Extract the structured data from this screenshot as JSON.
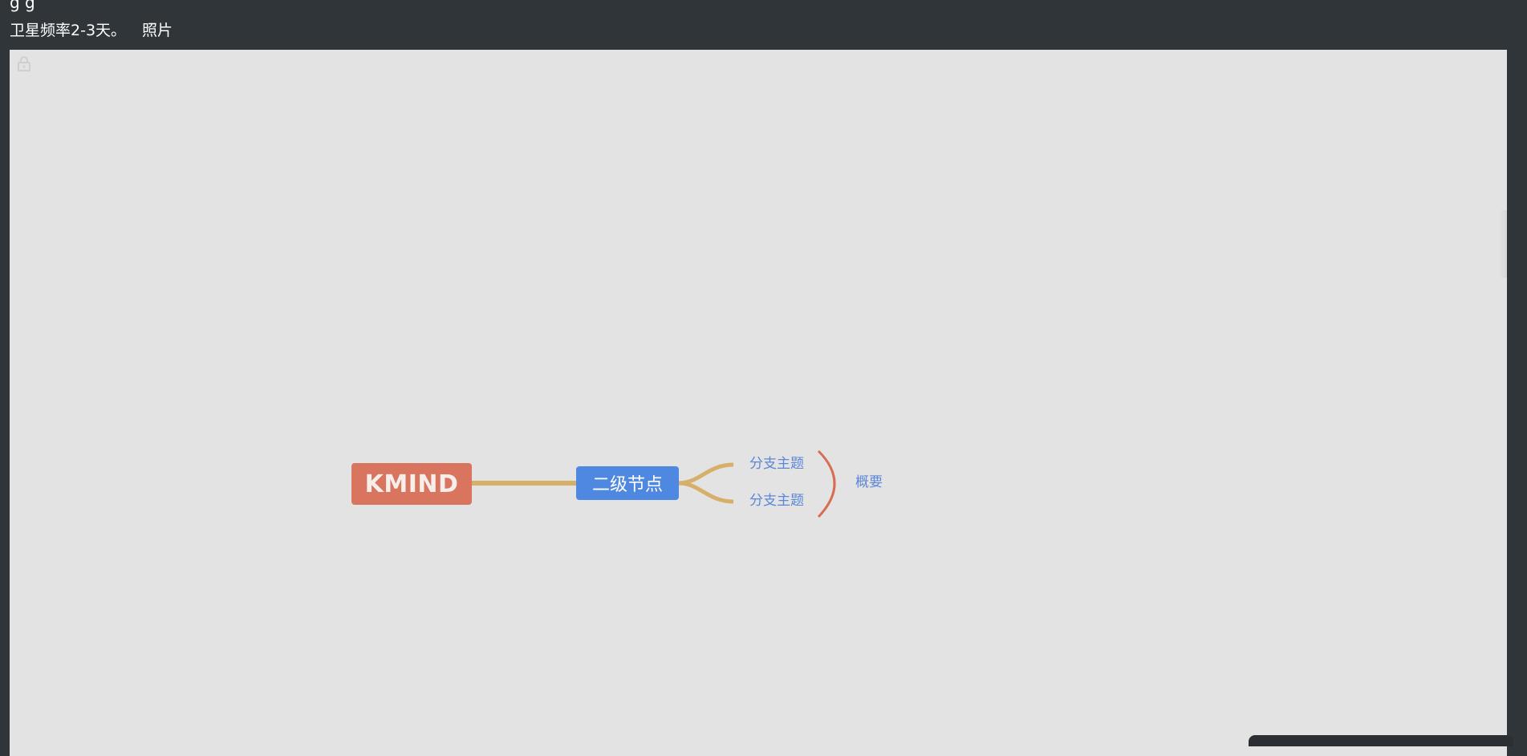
{
  "header": {
    "top_partial": "g g",
    "line_text": "卫星频率2-3天。",
    "photo_label": "照片"
  },
  "mindmap": {
    "root": "KMIND",
    "second": "二级节点",
    "branches": [
      "分支主题",
      "分支主题"
    ],
    "summary": "概要",
    "colors": {
      "canvas": "#e3e3e3",
      "root": "#d9745f",
      "second": "#4e88e0",
      "connector": "#d6b06a",
      "summary_bracket": "#d96c55",
      "branch_text": "#5c86d8"
    }
  },
  "icons": {
    "lock": "lock-icon"
  }
}
